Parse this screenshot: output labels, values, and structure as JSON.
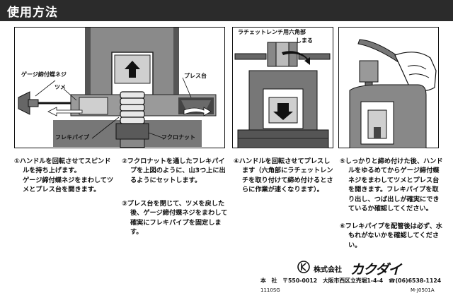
{
  "header": {
    "title": "使用方法"
  },
  "figures": {
    "fig1": {
      "label_gauge_screw": "ゲージ締付蝶ネジ",
      "label_claw": "ツメ",
      "label_press_base": "プレス台",
      "label_flexible_pipe": "フレキパイプ",
      "label_flare_nut": "フクロナット"
    },
    "fig2": {
      "label_ratchet_line1": "ラチェットレンチ用六角部",
      "label_ratchet_line2": "しまる"
    }
  },
  "steps": {
    "s1": [
      "①ハンドルを回転させてスピンドルを持ち上げます。",
      "ゲージ締付蝶ネジをまわしてツメとプレス台を開きます。"
    ],
    "s2": "②フクロナットを通したフレキパイプを上図のように、山3つ上に出るようにセットします。",
    "s3": "③プレス台を閉じて、ツメを戻した後、ゲージ締付蝶ネジをまわして確実にフレキパイプを固定します。",
    "s4": "④ハンドルを回転させてプレスします（六角部にラチェットレンチを取り付けて締め付けるとさらに作業が速くなります）。",
    "s5": "⑤しっかりと締め付けた後、ハンドルをゆるめてからゲージ締付蝶ネジをまわしてツメとプレス台を開きます。フレキパイプを取り出し、つば出しが確実にできているか確認してください。",
    "s6": "⑥フレキパイプを配管後は必ず、水もれがないかを確認してください。"
  },
  "company": {
    "small_name": "株式会社",
    "brand": "カクダイ",
    "address": "本　社　〒550-0012　大阪市西区立売堀1-4-4　☎(06)6538-1124",
    "code_left": "1110SG",
    "code_right": "M-J0501A"
  }
}
